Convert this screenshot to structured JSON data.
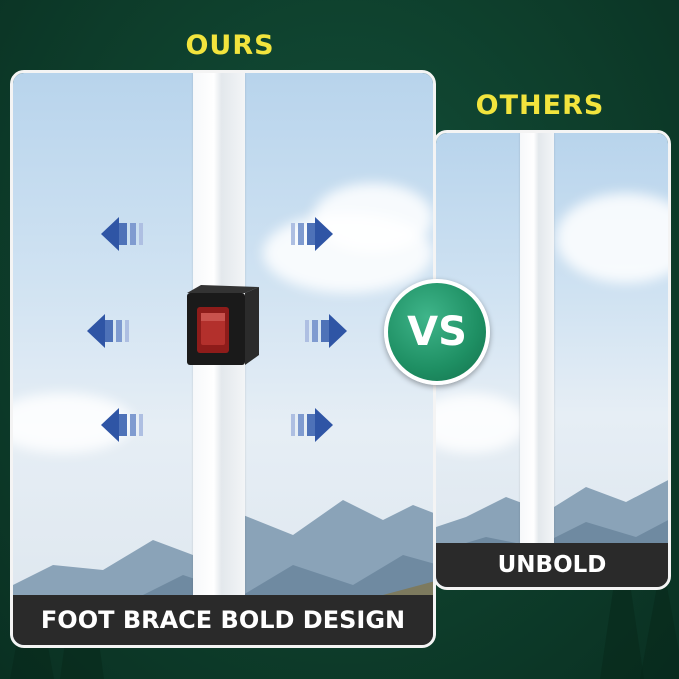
{
  "ours": {
    "heading": "OURS",
    "caption": "FOOT BRACE BOLD DESIGN"
  },
  "others": {
    "heading": "OTHERS",
    "caption": "UNBOLD"
  },
  "vs_badge": "VS",
  "colors": {
    "background": "#0e3f2c",
    "heading": "#f2e43d",
    "caption_bg": "#2a2a2a",
    "vs_badge": "#1e8f63",
    "arrow": "#2f55a5",
    "brace_body": "#1a1a1a",
    "brace_button": "#a3201e"
  },
  "icons": [
    "left-arrow-icon",
    "right-arrow-icon",
    "foot-brace-icon"
  ]
}
